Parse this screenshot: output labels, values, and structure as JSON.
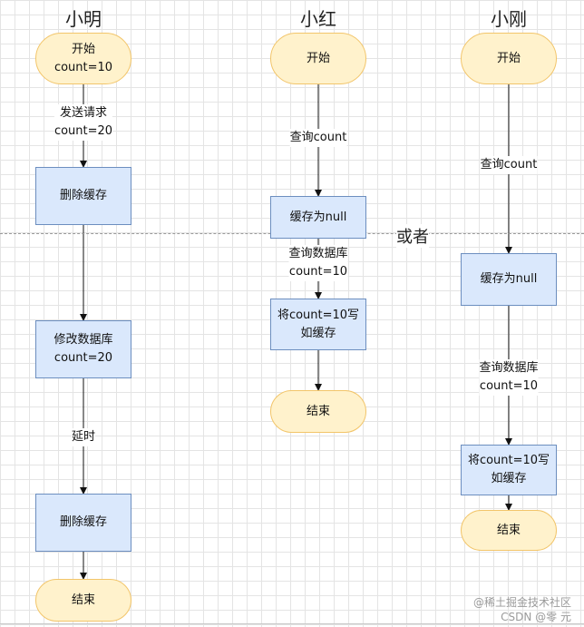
{
  "lanes": {
    "xiaoming": "小明",
    "xiaohong": "小红",
    "xiaogang": "小刚"
  },
  "nodes": {
    "m_start": "开始\ncount=10",
    "m_del1": "删除缓存",
    "m_update": "修改数据库\ncount=20",
    "m_del2": "删除缓存",
    "m_end": "结束",
    "h_start": "开始",
    "h_null": "缓存为null",
    "h_write": "将count=10写\n如缓存",
    "h_end": "结束",
    "g_start": "开始",
    "g_null": "缓存为null",
    "g_write": "将count=10写\n如缓存",
    "g_end": "结束"
  },
  "edges": {
    "m_send": "发送请求\ncount=20",
    "m_delay": "延时",
    "h_query": "查询count",
    "h_querydb": "查询数据库\ncount=10",
    "g_query": "查询count",
    "g_querydb": "查询数据库\ncount=10"
  },
  "divider_label": "或者",
  "watermark": {
    "line1": "@稀土掘金技术社区",
    "line2": "CSDN @零 元"
  },
  "colors": {
    "terminal_fill": "#fff2cc",
    "terminal_border": "#f2c56a",
    "process_fill": "#dae8fc",
    "process_border": "#6c8ebf"
  }
}
